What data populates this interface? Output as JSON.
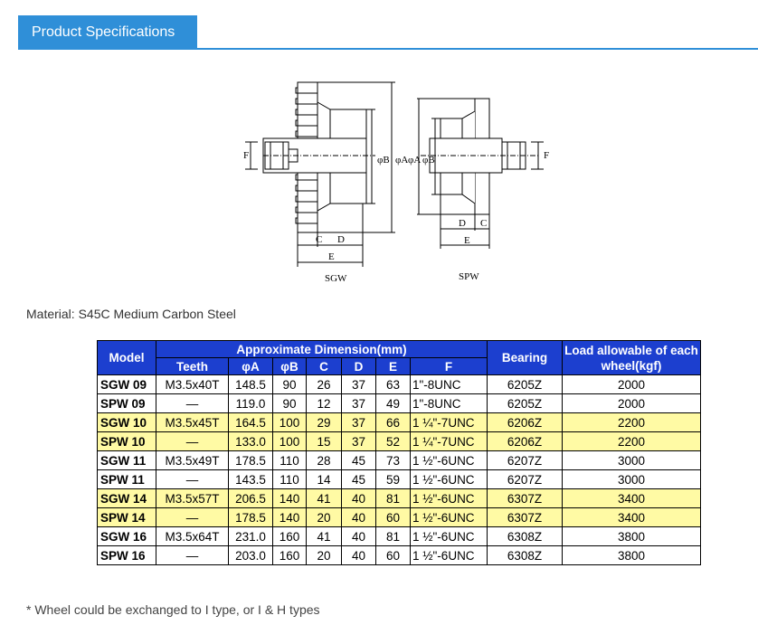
{
  "header": {
    "tab_label": "Product Specifications"
  },
  "drawing": {
    "left_caption": "SGW",
    "right_caption": "SPW",
    "labels": {
      "a": "φA",
      "b": "φB",
      "c": "C",
      "d": "D",
      "e": "E",
      "f": "F"
    }
  },
  "material": "Material: S45C Medium Carbon Steel",
  "table": {
    "head_model": "Model",
    "head_group": "Approximate Dimension(mm)",
    "head_bearing": "Bearing",
    "head_load": "Load allowable of each wheel(kgf)",
    "sub_headers": [
      "Teeth",
      "φA",
      "φB",
      "C",
      "D",
      "E",
      "F"
    ],
    "rows": [
      {
        "model": "SGW 09",
        "teeth": "M3.5x40T",
        "a": "148.5",
        "b": "90",
        "c": "26",
        "d": "37",
        "e": "63",
        "f": "1\"-8UNC",
        "bearing": "6205Z",
        "load": "2000",
        "highlight": false
      },
      {
        "model": "SPW 09",
        "teeth": "—",
        "a": "119.0",
        "b": "90",
        "c": "12",
        "d": "37",
        "e": "49",
        "f": "1\"-8UNC",
        "bearing": "6205Z",
        "load": "2000",
        "highlight": false
      },
      {
        "model": "SGW 10",
        "teeth": "M3.5x45T",
        "a": "164.5",
        "b": "100",
        "c": "29",
        "d": "37",
        "e": "66",
        "f": "1 ¼\"-7UNC",
        "bearing": "6206Z",
        "load": "2200",
        "highlight": true
      },
      {
        "model": "SPW 10",
        "teeth": "—",
        "a": "133.0",
        "b": "100",
        "c": "15",
        "d": "37",
        "e": "52",
        "f": "1 ¼\"-7UNC",
        "bearing": "6206Z",
        "load": "2200",
        "highlight": true
      },
      {
        "model": "SGW 11",
        "teeth": "M3.5x49T",
        "a": "178.5",
        "b": "110",
        "c": "28",
        "d": "45",
        "e": "73",
        "f": "1 ½\"-6UNC",
        "bearing": "6207Z",
        "load": "3000",
        "highlight": false
      },
      {
        "model": "SPW 11",
        "teeth": "—",
        "a": "143.5",
        "b": "110",
        "c": "14",
        "d": "45",
        "e": "59",
        "f": "1 ½\"-6UNC",
        "bearing": "6207Z",
        "load": "3000",
        "highlight": false
      },
      {
        "model": "SGW 14",
        "teeth": "M3.5x57T",
        "a": "206.5",
        "b": "140",
        "c": "41",
        "d": "40",
        "e": "81",
        "f": "1 ½\"-6UNC",
        "bearing": "6307Z",
        "load": "3400",
        "highlight": true
      },
      {
        "model": "SPW 14",
        "teeth": "—",
        "a": "178.5",
        "b": "140",
        "c": "20",
        "d": "40",
        "e": "60",
        "f": "1 ½\"-6UNC",
        "bearing": "6307Z",
        "load": "3400",
        "highlight": true
      },
      {
        "model": "SGW 16",
        "teeth": "M3.5x64T",
        "a": "231.0",
        "b": "160",
        "c": "41",
        "d": "40",
        "e": "81",
        "f": "1 ½\"-6UNC",
        "bearing": "6308Z",
        "load": "3800",
        "highlight": false
      },
      {
        "model": "SPW 16",
        "teeth": "—",
        "a": "203.0",
        "b": "160",
        "c": "20",
        "d": "40",
        "e": "60",
        "f": "1 ½\"-6UNC",
        "bearing": "6308Z",
        "load": "3800",
        "highlight": false
      }
    ]
  },
  "note": "* Wheel could be exchanged to I type, or I & H types",
  "colors": {
    "accent": "#2f8fd8",
    "table_header": "#1c3fcf",
    "row_highlight": "#fffaa4"
  }
}
